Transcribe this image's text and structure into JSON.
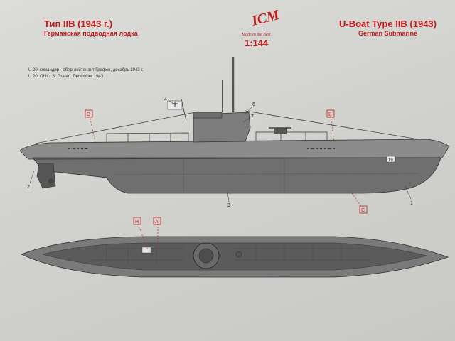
{
  "title_left": {
    "line1": "Тип IIB (1943 г.)",
    "line2": "Германская подводная лодка"
  },
  "title_right": {
    "line1": "U-Boat Type IIB (1943)",
    "line2": "German Submarine"
  },
  "logo": {
    "brand": "ICM",
    "tagline": "Made in the Best"
  },
  "scale": "1:144",
  "caption": {
    "line1": "U 20, командир - обер-лейтенант Графен, декабрь 1943 г.",
    "line2": "U 20, Oblt.z.S. Grafen, December 1943"
  },
  "callouts": {
    "numbers": [
      "1",
      "2",
      "3",
      "4",
      "6",
      "7"
    ],
    "letters": [
      "A",
      "B",
      "C",
      "D",
      "H"
    ]
  },
  "hull_number": "19",
  "colors": {
    "accent": "#c21d1d",
    "hull_grey": "#8a8a8a",
    "deck_grey": "#6d6d6d",
    "sheet": "#d4d4d1"
  }
}
